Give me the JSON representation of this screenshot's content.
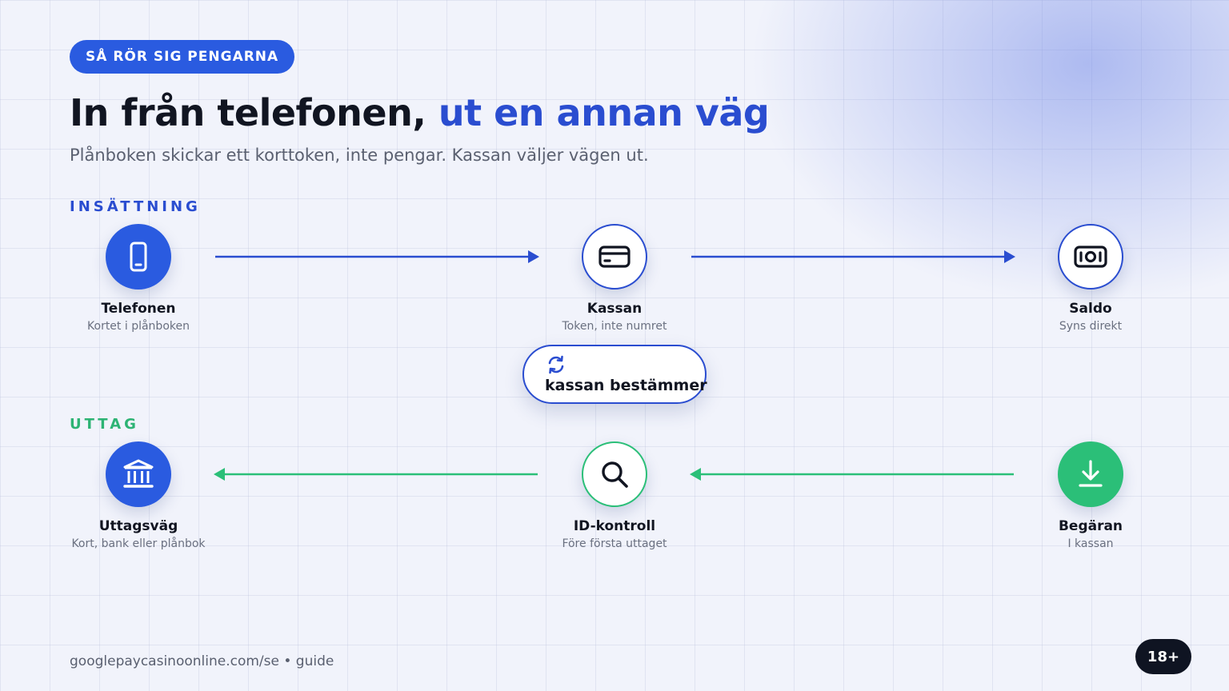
{
  "eyebrow": "SÅ RÖR SIG PENGARNA",
  "headline": {
    "part1": "In från telefonen, ",
    "part2": "ut en annan väg"
  },
  "subtitle": "Plånboken skickar ett korttoken, inte pengar. Kassan väljer vägen ut.",
  "deposit": {
    "label": "INSÄTTNING",
    "nodes": [
      {
        "title": "Telefonen",
        "subtitle": "Kortet i plånboken",
        "icon": "phone-icon"
      },
      {
        "title": "Kassan",
        "subtitle": "Token, inte numret",
        "icon": "card-icon"
      },
      {
        "title": "Saldo",
        "subtitle": "Syns direkt",
        "icon": "cash-icon"
      }
    ]
  },
  "decider": {
    "text": "kassan bestämmer",
    "icon": "refresh-icon"
  },
  "withdrawal": {
    "label": "UTTAG",
    "nodes": [
      {
        "title": "Uttagsväg",
        "subtitle": "Kort, bank eller plånbok",
        "icon": "bank-icon"
      },
      {
        "title": "ID-kontroll",
        "subtitle": "Före första uttaget",
        "icon": "search-icon"
      },
      {
        "title": "Begäran",
        "subtitle": "I kassan",
        "icon": "download-icon"
      }
    ]
  },
  "footer": "googlepaycasinoonline.com/se • guide",
  "age_badge": "18+",
  "colors": {
    "blue": "#2a4dd0",
    "blue_fill": "#2a5be0",
    "green": "#2bbf78",
    "dark": "#0f1422"
  }
}
